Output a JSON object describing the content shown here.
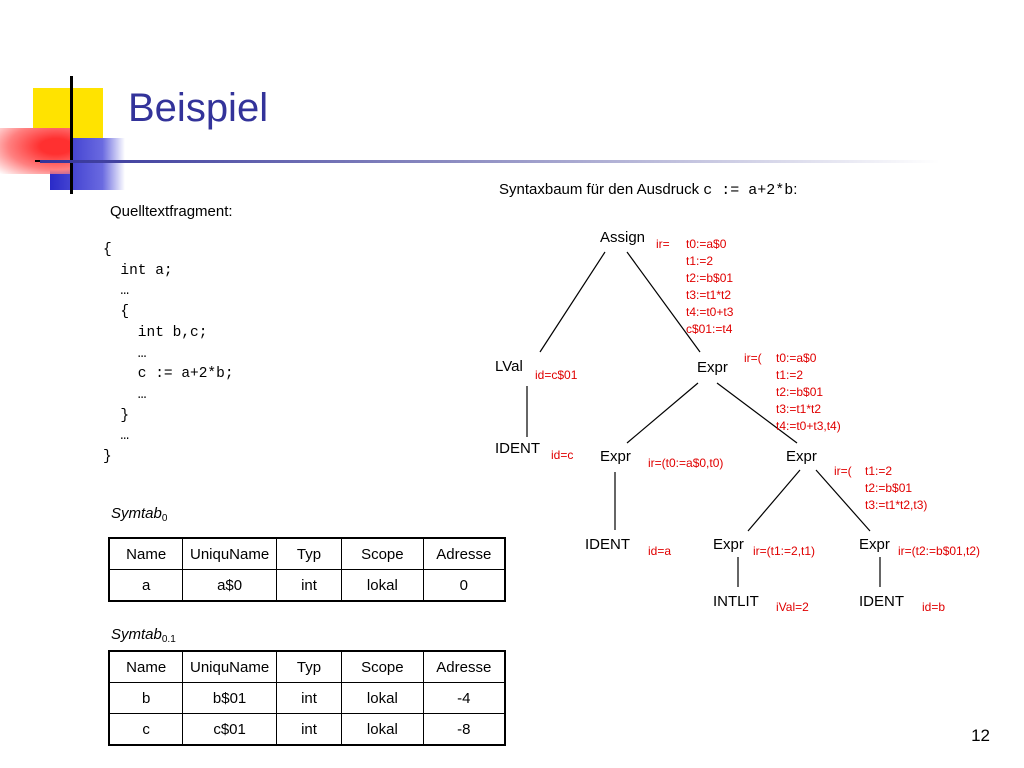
{
  "slide": {
    "title": "Beispiel",
    "page_number": "12"
  },
  "source": {
    "label": "Quelltextfragment:",
    "code": "{\n  int a;\n  …\n  {\n    int b,c;\n    …\n    c := a+2*b;\n    …\n  }\n  …\n}"
  },
  "tree": {
    "caption_prefix": "Syntaxbaum für den Ausdruck ",
    "caption_code": "c := a+2*b",
    "caption_suffix": ":",
    "nodes": {
      "assign": "Assign",
      "lval": "LVal",
      "expr_root": "Expr",
      "ident_c": "IDENT",
      "expr_left": "Expr",
      "expr_right": "Expr",
      "ident_a": "IDENT",
      "expr_mul_left": "Expr",
      "expr_mul_right": "Expr",
      "intlit": "INTLIT",
      "ident_b": "IDENT"
    },
    "annotations": {
      "assign_ir_prefix": "ir=",
      "assign_ir_lines": [
        "t0:=a$0",
        "t1:=2",
        "t2:=b$01",
        "t3:=t1*t2",
        "t4:=t0+t3",
        "c$01:=t4"
      ],
      "lval_id": "id=c$01",
      "expr_root_ir_prefix": "ir=(",
      "expr_root_ir_lines": [
        "t0:=a$0",
        "t1:=2",
        "t2:=b$01",
        "t3:=t1*t2",
        "t4:=t0+t3,t4)"
      ],
      "ident_c_id": "id=c",
      "expr_left_ir": "ir=(t0:=a$0,t0)",
      "expr_right_ir_prefix": "ir=(",
      "expr_right_ir_lines": [
        "t1:=2",
        "t2:=b$01",
        "t3:=t1*t2,t3)"
      ],
      "ident_a_id": "id=a",
      "expr_mul_left_ir": "ir=(t1:=2,t1)",
      "expr_mul_right_ir": "ir=(t2:=b$01,t2)",
      "intlit_val": "iVal=2",
      "ident_b_id": "id=b"
    }
  },
  "symtab0": {
    "label": "Symtab",
    "label_sub": "0",
    "headers": [
      "Name",
      "UniquName",
      "Typ",
      "Scope",
      "Adresse"
    ],
    "rows": [
      [
        "a",
        "a$0",
        "int",
        "lokal",
        "0"
      ]
    ]
  },
  "symtab01": {
    "label": "Symtab",
    "label_sub": "0.1",
    "headers": [
      "Name",
      "UniquName",
      "Typ",
      "Scope",
      "Adresse"
    ],
    "rows": [
      [
        "b",
        "b$01",
        "int",
        "lokal",
        "-4"
      ],
      [
        "c",
        "c$01",
        "int",
        "lokal",
        "-8"
      ]
    ]
  },
  "colors": {
    "title": "#33339a",
    "annotation": "#e00000",
    "deco_yellow": "#ffe300",
    "deco_blue": "#3333cc",
    "deco_red": "#ff3333"
  }
}
